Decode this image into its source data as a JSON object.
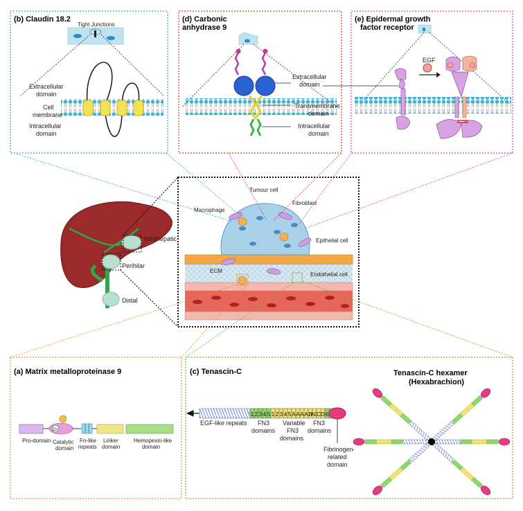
{
  "panels": {
    "b": {
      "title": "(b) Claudin 18.2",
      "tight_junctions": "Tight Junctions",
      "extracellular": [
        "Extracellular",
        "domain"
      ],
      "membrane": [
        "Cell",
        "membrane"
      ],
      "intracellular": [
        "Intracellular",
        "domain"
      ]
    },
    "d": {
      "title": [
        "(d) Carbonic",
        "anhydrase 9"
      ],
      "extracellular": [
        "Extracellular",
        "domain"
      ],
      "transmembrane": [
        "Transmembrane",
        "domain"
      ],
      "intracellular": [
        "Intracellular",
        "domain"
      ]
    },
    "e": {
      "title": [
        "(e) Epidermal growth",
        "factor receptor"
      ],
      "egf": "EGF"
    },
    "a": {
      "title": "(a) Matrix metalloproteinase 9",
      "zn": "Zn",
      "domains": [
        [
          "Pro-domain"
        ],
        [
          "Catalytic",
          "domain"
        ],
        [
          "Fn-like",
          "repeats"
        ],
        [
          "Linker",
          "domain"
        ],
        [
          "Hemopexin-like",
          "domain"
        ]
      ]
    },
    "c": {
      "title": "(c) Tenascin-C",
      "egf_repeats": "EGF-like repeats",
      "fn3_left": [
        "FN3",
        "domains"
      ],
      "variable": [
        "Variable",
        "FN3",
        "domains"
      ],
      "fn3_right": [
        "FN3",
        "domains"
      ],
      "fibrinogen": [
        "Fibrinogen-",
        "related",
        "domain"
      ],
      "boxes_left": [
        "1",
        "2",
        "3",
        "4",
        "5"
      ],
      "boxes_mid": [
        "1",
        "2",
        "3",
        "4",
        "5",
        "A",
        "A",
        "A",
        "A",
        "B",
        "AD",
        "C",
        "D"
      ],
      "boxes_right": [
        "6",
        "7",
        "8"
      ],
      "hexamer_title": [
        "Tenascin-C hexamer",
        "(Hexabrachion)"
      ]
    }
  },
  "liver": {
    "intrahepatic": "Intrahepatic",
    "perihilar": "Perihilar",
    "distal": "Distal"
  },
  "center": {
    "tumour_cell": "Tumour cell",
    "fibroblast": "Fibroblast",
    "macrophage": "Macrophage",
    "epithelial": "Epithelial cell",
    "ecm": "ECM",
    "endothelial": "Endothelial cell"
  },
  "colors": {
    "blue_border": "#3aa0c8",
    "red_border": "#e03a3a",
    "magenta_border": "#d43fd4",
    "orange_border": "#e8902a",
    "green_border": "#6ab82a"
  }
}
